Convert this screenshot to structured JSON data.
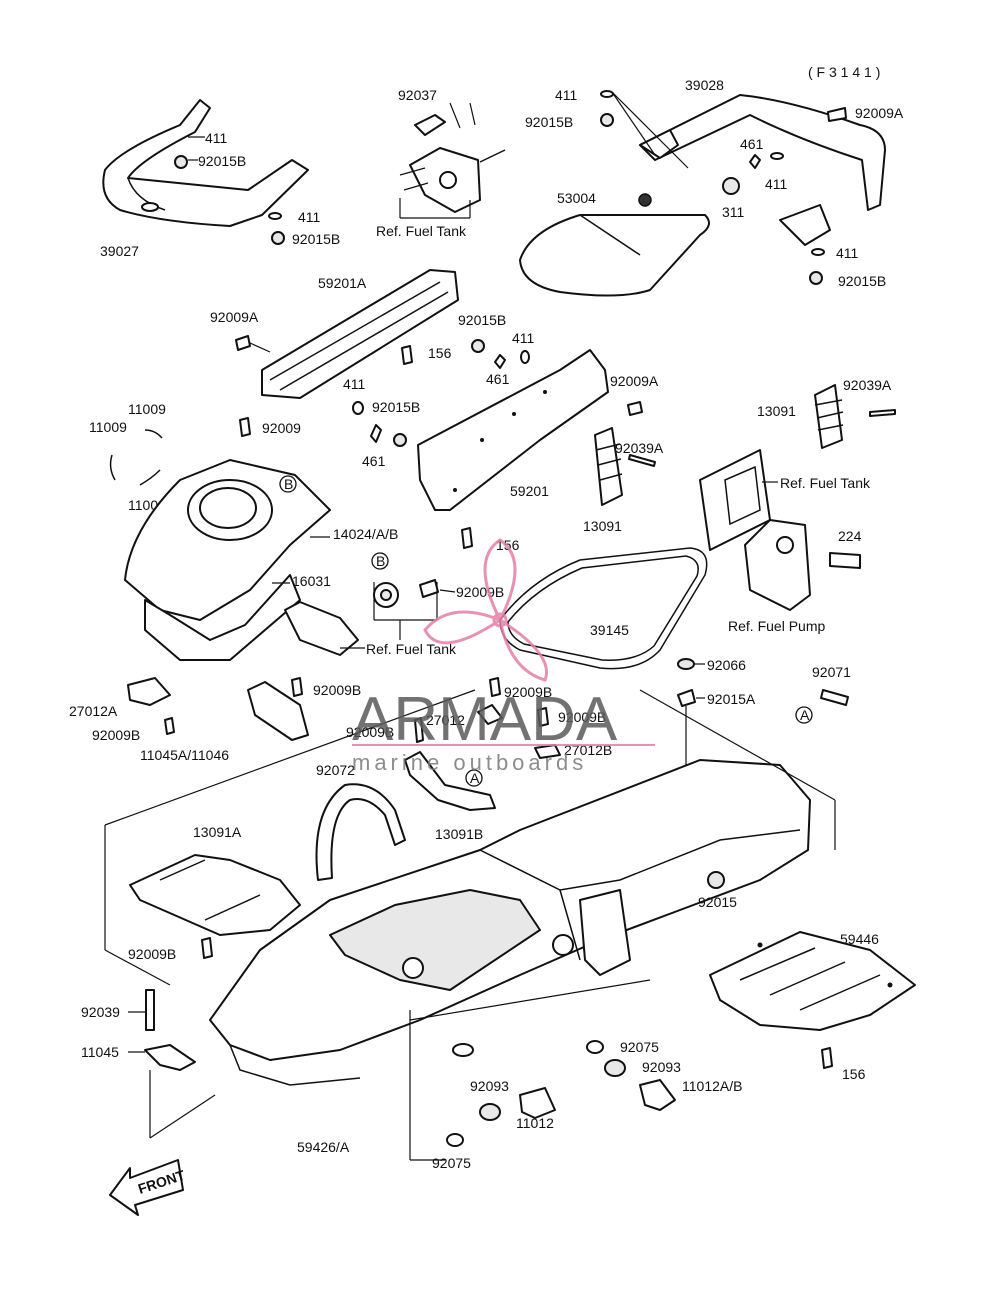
{
  "diagram_code": "( F 3 1 4 1 )",
  "watermark": {
    "brand": "ARMADA",
    "tagline": "marine outboards",
    "accent": "#e57fa6"
  },
  "front_label": "FRONT",
  "labels": {
    "l39027": "39027",
    "l411_a": "411",
    "l92015B_a": "92015B",
    "l411_b": "411",
    "l92015B_b": "92015B",
    "l92037": "92037",
    "ref_fuel_tank_1": "Ref. Fuel Tank",
    "l411_c": "411",
    "l92015B_c": "92015B",
    "l39028": "39028",
    "l92009A_a": "92009A",
    "l461_a": "461",
    "l411_d": "411",
    "l53004": "53004",
    "l311": "311",
    "l411_e": "411",
    "l92015B_d": "92015B",
    "l59201A": "59201A",
    "l92009A_b": "92009A",
    "l156_a": "156",
    "l92015B_e": "92015B",
    "l411_f": "411",
    "l461_b": "461",
    "l411_g": "411",
    "l92015B_f": "92015B",
    "l461_c": "461",
    "l92009A_c": "92009A",
    "l13091_a": "13091",
    "l92039A_a": "92039A",
    "l11009_a": "11009",
    "l11009_b": "11009",
    "l11009_c": "11009",
    "l92009": "92009",
    "l92039A_b": "92039A",
    "ref_fuel_tank_2": "Ref. Fuel Tank",
    "l59201": "59201",
    "l13091_b": "13091",
    "l14024": "14024/A/B",
    "l156_b": "156",
    "l224": "224",
    "l16031": "16031",
    "l92009B_a": "92009B",
    "l39145": "39145",
    "ref_fuel_pump": "Ref. Fuel Pump",
    "ref_fuel_tank_3": "Ref. Fuel Tank",
    "l92066": "92066",
    "l92071": "92071",
    "l92009B_b": "92009B",
    "l92009B_c": "92009B",
    "l92015A": "92015A",
    "l27012A": "27012A",
    "l92009B_d": "92009B",
    "l27012": "27012",
    "l92009B_e": "92009B",
    "l92009B_f": "92009B",
    "l11045A": "11045A/11046",
    "l27012B": "27012B",
    "l92072": "92072",
    "l13091B": "13091B",
    "l13091A": "13091A",
    "l92015": "92015",
    "l59446": "59446",
    "l92009B_g": "92009B",
    "l92039": "92039",
    "l11045": "11045",
    "l92075_a": "92075",
    "l92093_a": "92093",
    "l92093_b": "92093",
    "l11012AB": "11012A/B",
    "l11012": "11012",
    "l156_c": "156",
    "l59426": "59426/A",
    "l92075_b": "92075"
  },
  "callouts": {
    "b_top": "B",
    "b_bottom": "B",
    "a_right": "A",
    "a_mid": "A"
  }
}
